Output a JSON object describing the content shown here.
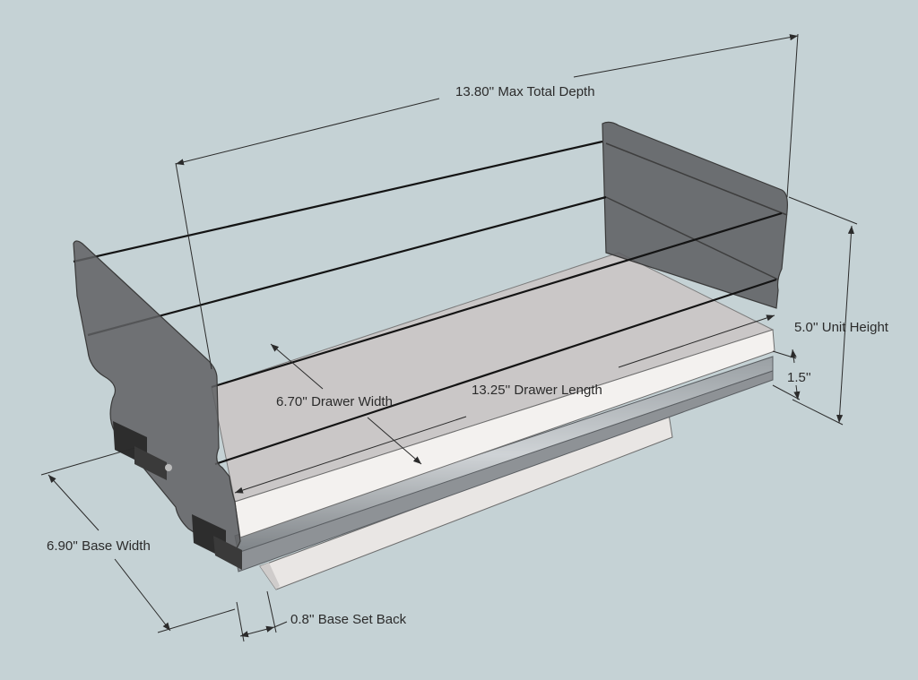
{
  "colors": {
    "background": "#c5d2d5",
    "panel": "#6f7072",
    "panel_dark": "#555658",
    "floor": "#c9c6c6",
    "board_front": "#f1efed",
    "base_board": "#e6e3e1",
    "dimension_line": "#2b2b2b",
    "rail": "#1a1a1a"
  },
  "labels": {
    "max_total_depth": "13.80'' Max Total Depth",
    "unit_height": "5.0'' Unit Height",
    "base_height": "1.5''",
    "drawer_width": "6.70'' Drawer Width",
    "drawer_length": "13.25'' Drawer Length",
    "base_width": "6.90'' Base Width",
    "base_set_back": "0.8'' Base Set Back"
  }
}
